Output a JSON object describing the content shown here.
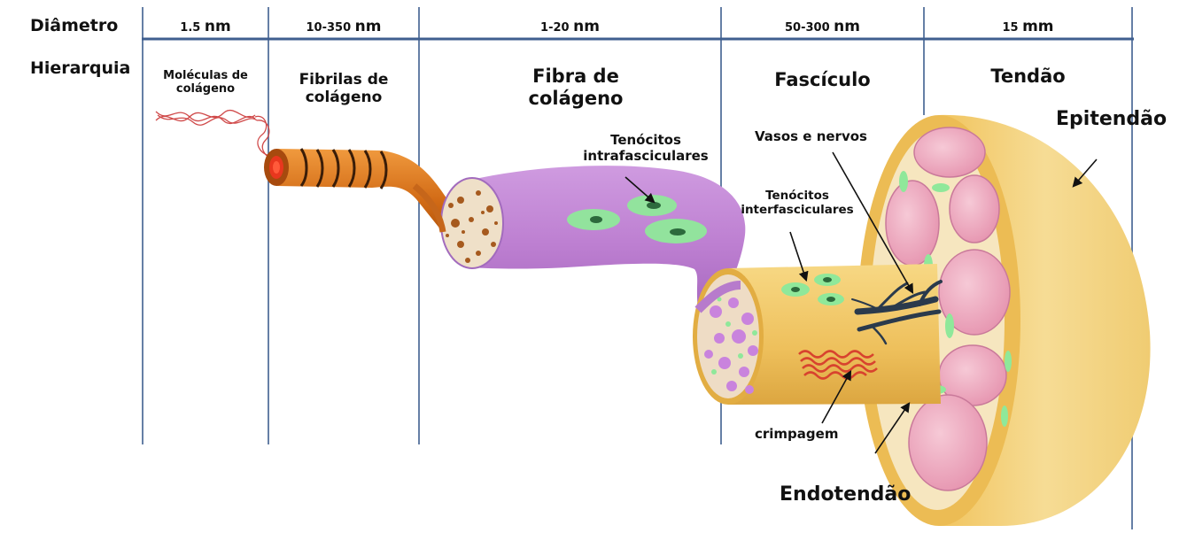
{
  "header": {
    "diameter_label": "Diâmetro",
    "hierarchy_label": "Hierarquia"
  },
  "columns": [
    {
      "diameter_value": "1.5",
      "diameter_unit": "nm",
      "name_line1": "Moléculas de",
      "name_line2": "colágeno"
    },
    {
      "diameter_value": "10-350",
      "diameter_unit": "nm",
      "name_line1": "Fibrilas de",
      "name_line2": "colágeno"
    },
    {
      "diameter_value": "1-20",
      "diameter_unit": "nm",
      "name_line1": "Fibra de",
      "name_line2": "colágeno"
    },
    {
      "diameter_value": "50-300",
      "diameter_unit": "nm",
      "name_line1": "Fascículo",
      "name_line2": ""
    },
    {
      "diameter_value": "15",
      "diameter_unit": "mm",
      "name_line1": "Tendão",
      "name_line2": ""
    }
  ],
  "annotations": {
    "intrafascicular_line1": "Tenócitos",
    "intrafascicular_line2": "intrafasciculares",
    "vessels": "Vasos e nervos",
    "interfascicular_line1": "Tenócitos",
    "interfascicular_line2": "interfasciculares",
    "epitendon": "Epitendão",
    "crimp": "crimpagem",
    "endotendon": "Endotendão"
  },
  "colors": {
    "header_rule": "#3f5f8f",
    "column_divider": "#3f5f8f",
    "molecule": "#d04a4a",
    "fibril": "#d9741c",
    "fibril_band": "#3a1d08",
    "fiber": "#c48ad6",
    "fascicle": "#f2c862",
    "tendon_sheath": "#f1cc6e",
    "fascicle_core": "#f0a9bf",
    "tenocyte": "#8fe89a",
    "tenocyte_nucleus": "#2c6a3c",
    "vessel": "#2a3a4c",
    "crimp": "#d8432e"
  }
}
